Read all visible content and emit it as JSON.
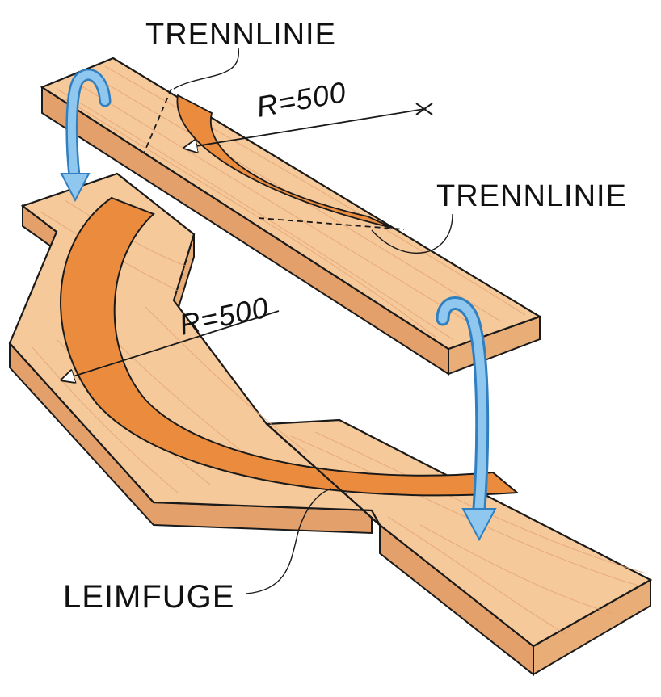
{
  "labels": {
    "trennlinie_top": "TRENNLINIE",
    "trennlinie_right": "TRENNLINIE",
    "radius_top": "R=500",
    "radius_bottom": "R=500",
    "leimfuge": "LEIMFUGE"
  },
  "colors": {
    "wood_face": "#f6c99a",
    "wood_side": "#e9ae78",
    "wood_edge": "#e4a06a",
    "curve_band": "#ea8b3e",
    "grain": "#e3a173",
    "arrow_fill": "#8fc7ee",
    "arrow_stroke": "#2f7fc1",
    "ink": "#1a1a1a"
  }
}
